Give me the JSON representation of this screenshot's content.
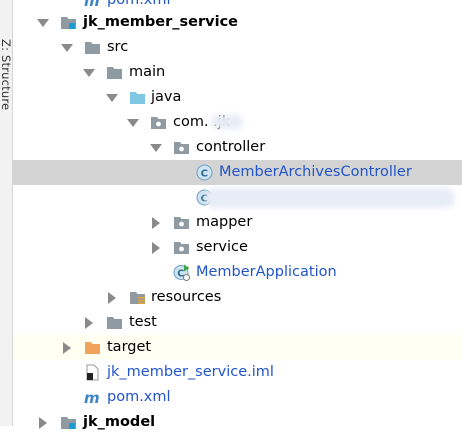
{
  "side_panel": {
    "label": "Z: Structure"
  },
  "tree": {
    "rows": [
      {
        "label": "pom.xml",
        "icon": "maven-file-icon"
      },
      {
        "label": "jk_member_service",
        "icon": "module-folder-icon"
      },
      {
        "label": "src",
        "icon": "folder-icon"
      },
      {
        "label": "main",
        "icon": "folder-icon"
      },
      {
        "label": "java",
        "icon": "source-folder-icon"
      },
      {
        "label": "com.    .jk",
        "icon": "package-icon"
      },
      {
        "label": "controller",
        "icon": "package-icon"
      },
      {
        "label": "MemberArchivesController",
        "icon": "java-class-icon"
      },
      {
        "label": "",
        "icon": "java-class-icon"
      },
      {
        "label": "mapper",
        "icon": "package-icon"
      },
      {
        "label": "service",
        "icon": "package-icon"
      },
      {
        "label": "MemberApplication",
        "icon": "spring-boot-class-icon"
      },
      {
        "label": "resources",
        "icon": "resources-folder-icon"
      },
      {
        "label": "test",
        "icon": "folder-icon"
      },
      {
        "label": "target",
        "icon": "excluded-folder-icon"
      },
      {
        "label": "jk_member_service.iml",
        "icon": "iml-file-icon"
      },
      {
        "label": "pom.xml",
        "icon": "maven-file-icon"
      },
      {
        "label": "jk_model",
        "icon": "module-folder-icon"
      }
    ]
  },
  "colors": {
    "selection": "#d4d4d4",
    "hover": "#fffff2",
    "link_text": "#2155c9",
    "folder": "#8f9aa3",
    "source_folder": "#7fc8e3",
    "excluded_folder": "#f2a35b",
    "module_marker": "#1b9ad6"
  }
}
